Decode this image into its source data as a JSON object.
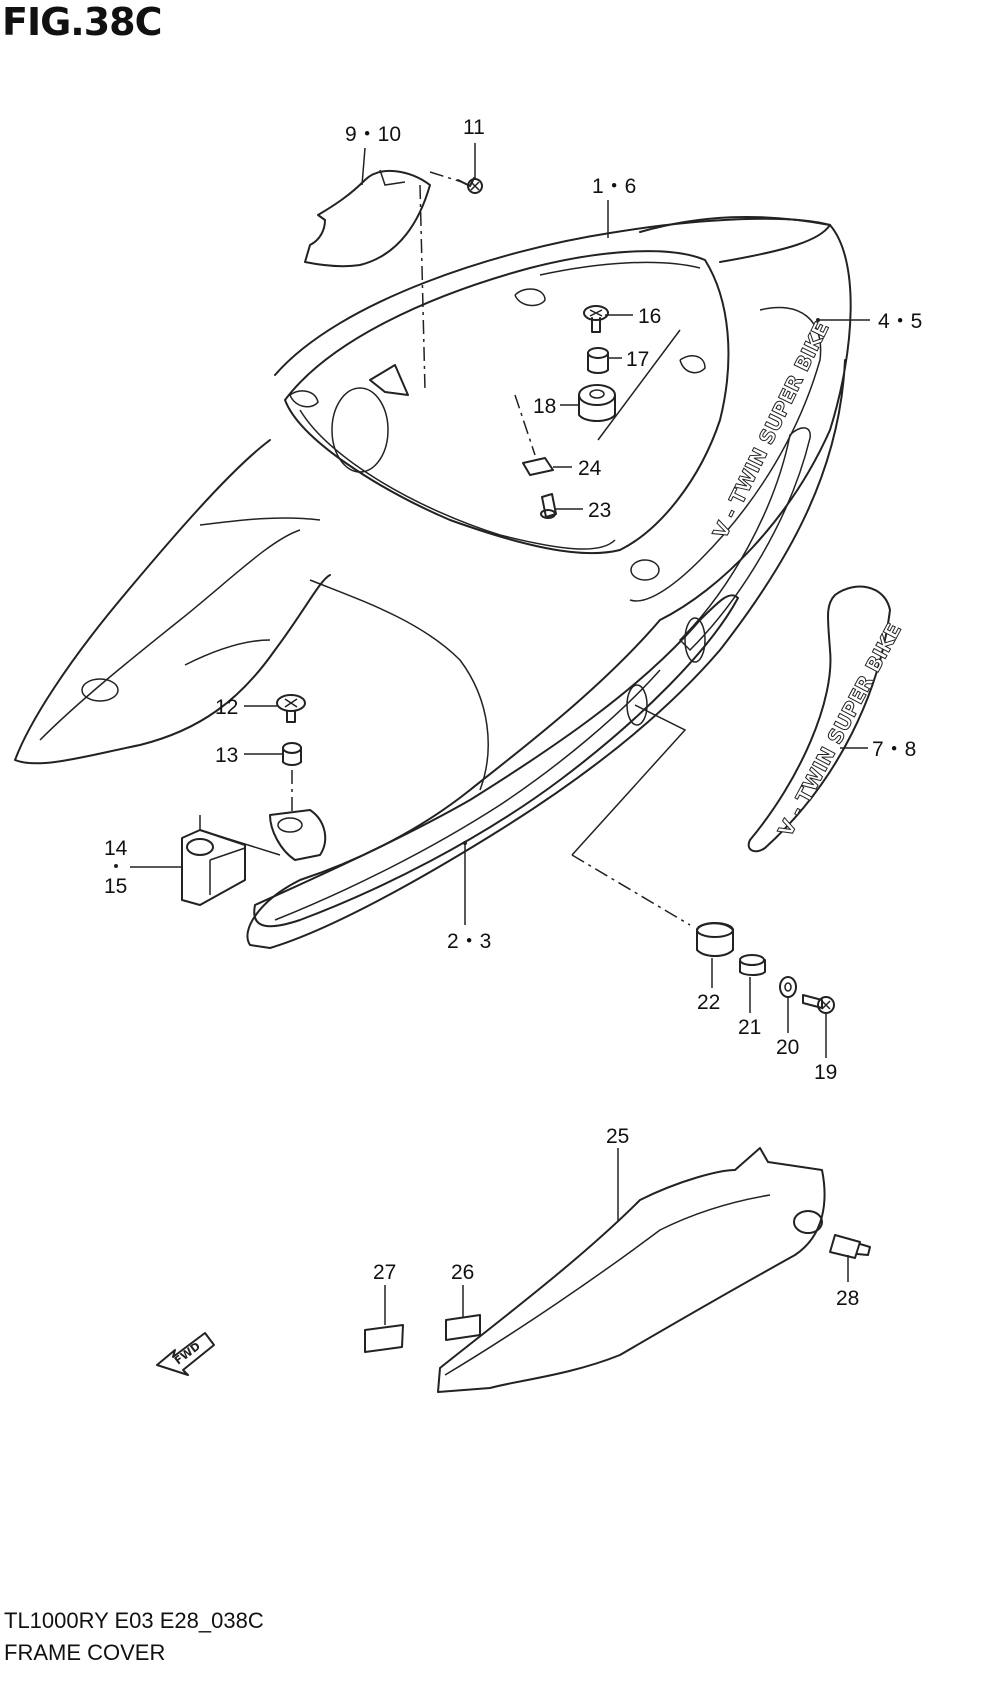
{
  "figure": {
    "title": "FIG.38C"
  },
  "callouts": {
    "c_9_10": "9・10",
    "c_11": "11",
    "c_1_6": "1・6",
    "c_4_5": "4・5",
    "c_16": "16",
    "c_17": "17",
    "c_18": "18",
    "c_24": "24",
    "c_23": "23",
    "c_12": "12",
    "c_13": "13",
    "c_14": "14",
    "c_15": "15",
    "c_2_3": "2・3",
    "c_7_8": "7・8",
    "c_22": "22",
    "c_21": "21",
    "c_20": "20",
    "c_19": "19",
    "c_25": "25",
    "c_27": "27",
    "c_26": "26",
    "c_28": "28"
  },
  "decal": {
    "cover_text": "V - TWIN SUPER BIKE",
    "badge_text": "V - TWIN SUPER BIKE"
  },
  "fwd_label": "FWD",
  "footer": {
    "code": "TL1000RY  E03  E28_038C",
    "name": "FRAME COVER"
  }
}
